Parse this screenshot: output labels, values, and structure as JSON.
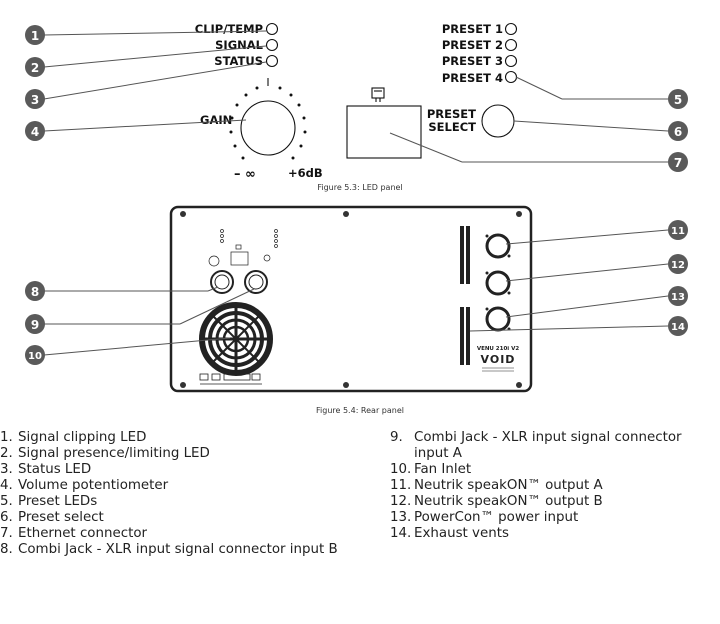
{
  "led_panel": {
    "labels": {
      "clip": "CLIP/TEMP",
      "signal": "SIGNAL",
      "status": "STATUS",
      "gain": "GAIN",
      "gain_min": "– ∞",
      "gain_max": "+6dB",
      "preset_1": "PRESET 1",
      "preset_2": "PRESET 2",
      "preset_3": "PRESET 3",
      "preset_4": "PRESET 4",
      "preset_select_1": "PRESET",
      "preset_select_2": "SELECT"
    },
    "caption": "Figure 5.3: LED panel",
    "callouts": [
      "1",
      "2",
      "3",
      "4",
      "5",
      "6",
      "7"
    ]
  },
  "rear_panel": {
    "caption": "Figure 5.4: Rear panel",
    "callouts": [
      "8",
      "9",
      "10",
      "11",
      "12",
      "13",
      "14"
    ],
    "model": "VENU 210i V2",
    "brand": "VOID"
  },
  "legend_left": [
    {
      "num": "1.",
      "text": "Signal clipping LED"
    },
    {
      "num": "2.",
      "text": "Signal presence/limiting LED"
    },
    {
      "num": "3.",
      "text": "Status LED"
    },
    {
      "num": "4.",
      "text": "Volume potentiometer"
    },
    {
      "num": "5.",
      "text": "Preset LEDs"
    },
    {
      "num": "6.",
      "text": "Preset select"
    },
    {
      "num": "7.",
      "text": "Ethernet connector"
    },
    {
      "num": "8.",
      "text": "Combi Jack - XLR input signal connector input B"
    }
  ],
  "legend_right": [
    {
      "num": "9.",
      "text": "Combi Jack - XLR input signal connector input A"
    },
    {
      "num": "10.",
      "text": "Fan Inlet"
    },
    {
      "num": "11.",
      "text": "Neutrik speakON™ output A"
    },
    {
      "num": "12.",
      "text": "Neutrik speakON™ output B"
    },
    {
      "num": "13.",
      "text": "PowerCon™ power input"
    },
    {
      "num": "14.",
      "text": "Exhaust vents"
    }
  ],
  "colors": {
    "callout": "#5a5a5a",
    "panel": "#3a3a3a",
    "ink": "#111111"
  }
}
